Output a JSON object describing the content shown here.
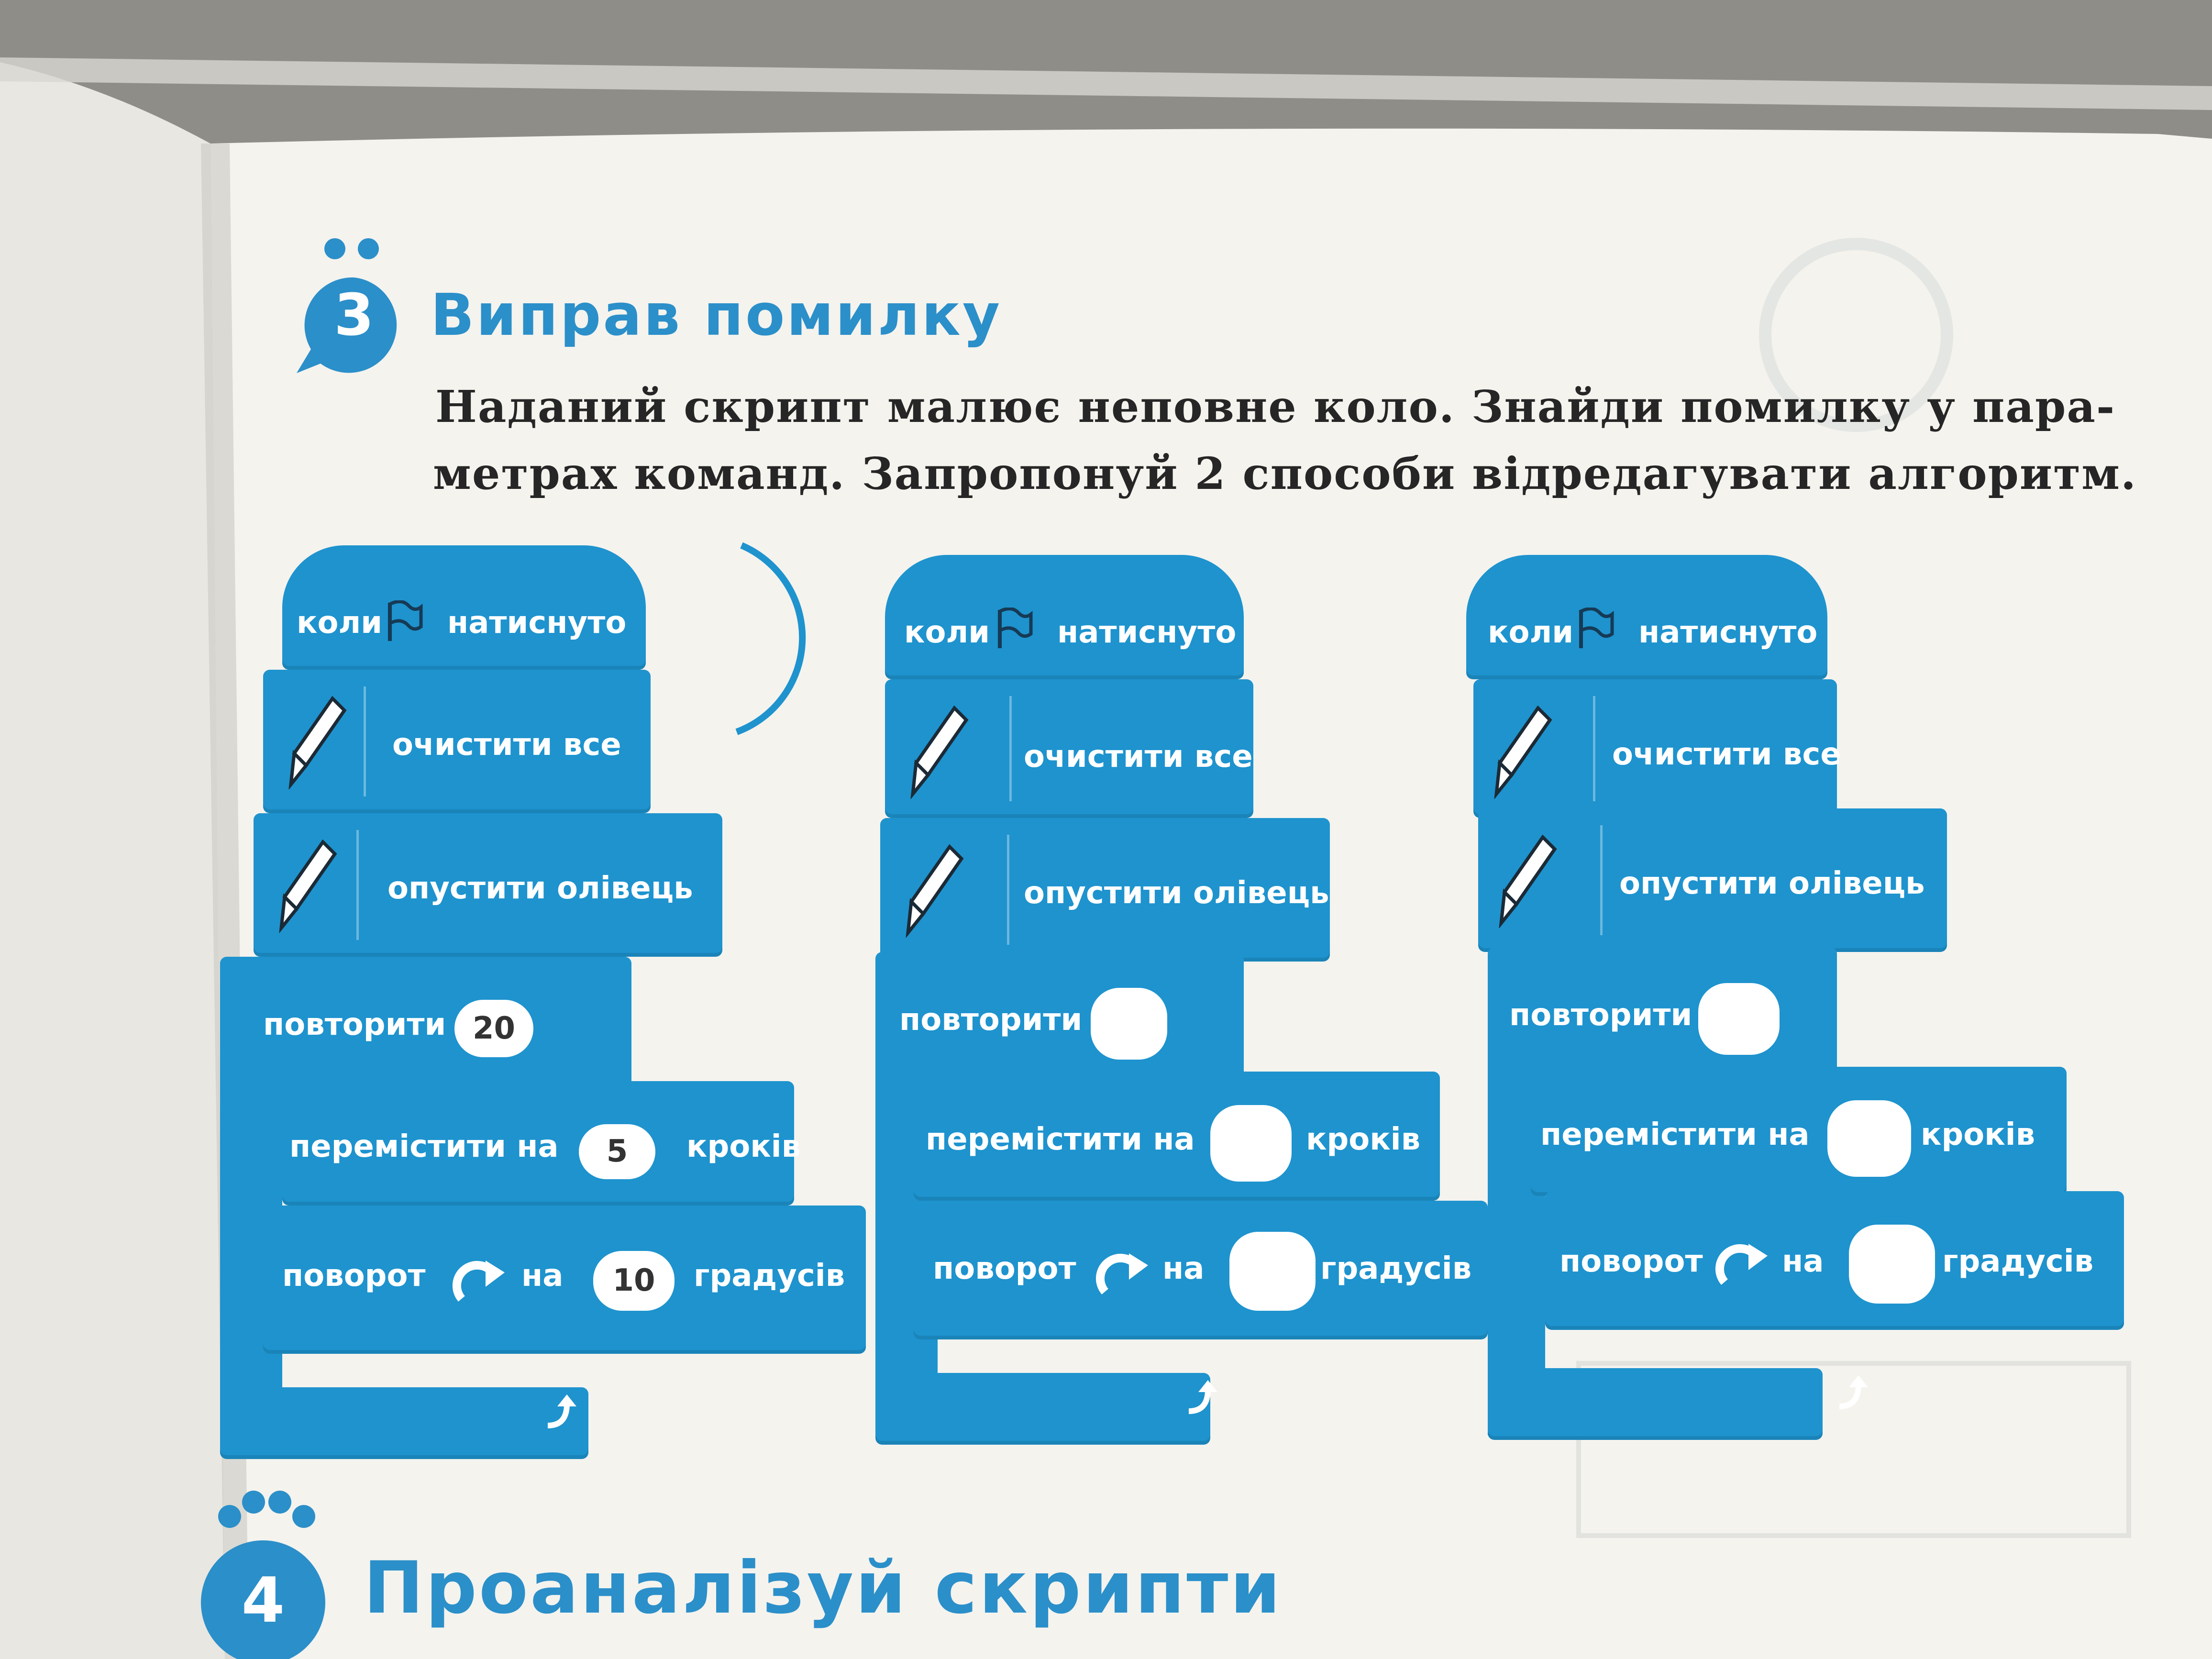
{
  "task3": {
    "number": "3",
    "title": "Виправ  помилку",
    "line1": "Наданий скрипт малює неповне коло. Знайди помилку у пара-",
    "line2": "метрах команд. Запропонуй 2 способи відредагувати алгоритм."
  },
  "scripts": [
    {
      "hat": {
        "before": "коли",
        "after": "натиснуто"
      },
      "clear": "очистити все",
      "pen_down": "опустити олівець",
      "repeat": {
        "label": "повторити",
        "value": "20"
      },
      "move": {
        "before": "перемістити на",
        "value": "5",
        "after": "кроків"
      },
      "turn": {
        "before": "поворот",
        "middle": "на",
        "value": "10",
        "after": "градусів"
      }
    },
    {
      "hat": {
        "before": "коли",
        "after": "натиснуто"
      },
      "clear": "очистити все",
      "pen_down": "опустити олівець",
      "repeat": {
        "label": "повторити",
        "value": ""
      },
      "move": {
        "before": "перемістити на",
        "value": "",
        "after": "кроків"
      },
      "turn": {
        "before": "поворот",
        "middle": "на",
        "value": "",
        "after": "градусів"
      }
    },
    {
      "hat": {
        "before": "коли",
        "after": "натиснуто"
      },
      "clear": "очистити все",
      "pen_down": "опустити олівець",
      "repeat": {
        "label": "повторити",
        "value": ""
      },
      "move": {
        "before": "перемістити на",
        "value": "",
        "after": "кроків"
      },
      "turn": {
        "before": "поворот",
        "middle": "на",
        "value": "",
        "after": "градусів"
      }
    }
  ],
  "task4": {
    "number": "4",
    "title": "Проаналізуй  скрипти"
  },
  "colors": {
    "block_blue": "#1e93ce",
    "title_blue": "#2b8fc9",
    "page": "#f4f3ee",
    "table": "#8f8d87"
  },
  "icons": [
    "green-flag-icon",
    "pen-icon",
    "turn-right-icon",
    "loop-arrow-icon"
  ]
}
